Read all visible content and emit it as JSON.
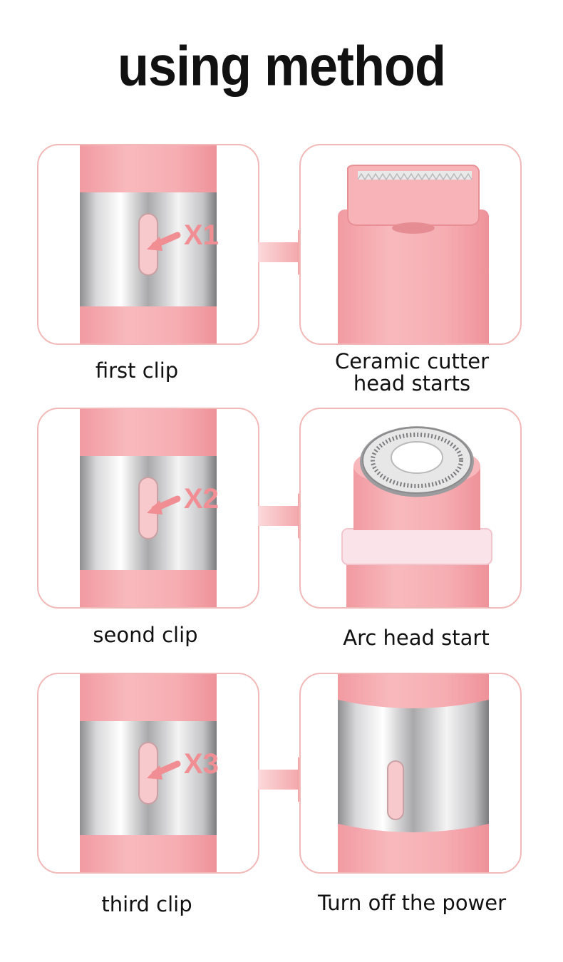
{
  "title": "using method",
  "colors": {
    "pink": "#f4a8ad",
    "pink_light": "#f8c6c8",
    "panel_border": "#f2b9b9",
    "arrow": "#f29a9e"
  },
  "rows": [
    {
      "left_caption": "first clip",
      "click_label": "X1",
      "right_caption_line1": "Ceramic cutter",
      "right_caption_line2": "head starts"
    },
    {
      "left_caption": "seond clip",
      "click_label": "X2",
      "right_caption_line1": "Arc head start"
    },
    {
      "left_caption": "third clip",
      "click_label": "X3",
      "right_caption_line1": "Turn off the power"
    }
  ]
}
